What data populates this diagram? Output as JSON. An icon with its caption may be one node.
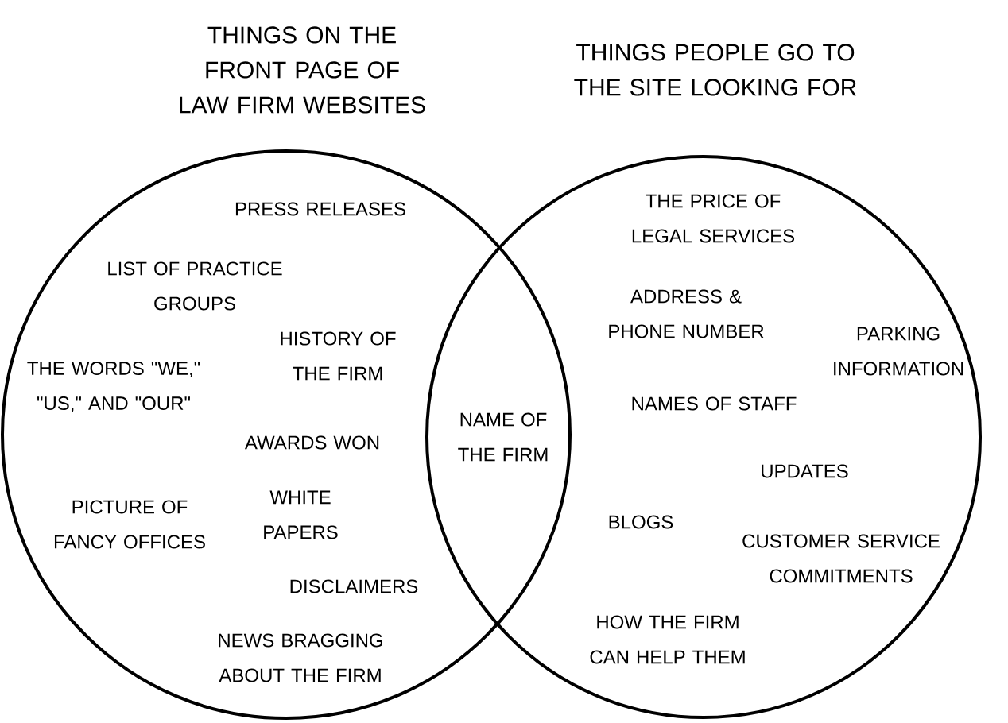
{
  "diagram": {
    "nodes": [
      {
        "text": [
          "THINGS ON THE FRONT PAGE OF LAW FIRM WEBSITES"
        ]
      },
      {
        "text": [
          "THINGS PEOPLE GO TO THE SITE LOOKING FOR"
        ]
      }
    ],
    "labels": [
      "PRESS RELEASES",
      "LIST OF PRACTICE GROUPS",
      "HISTORY OF THE FIRM",
      "THE WORDS \"WE,\" \"US,\" AND \"OUR\"",
      "AWARDS WON",
      "PICTURE OF FANCY OFFICES",
      "WHITE PAPERS",
      "DISCLAIMERS",
      "NEWS BRAGGING ABOUT THE FIRM",
      "NAME OF THE FIRM",
      "THE PRICE OF LEGAL SERVICES",
      "ADDRESS & PHONE NUMBER",
      "PARKING INFORMATION",
      "NAMES OF STAFF",
      "UPDATES",
      "BLOGS",
      "CUSTOMER SERVICE COMMITMENTS",
      "HOW THE FIRM CAN HELP THEM"
    ]
  }
}
